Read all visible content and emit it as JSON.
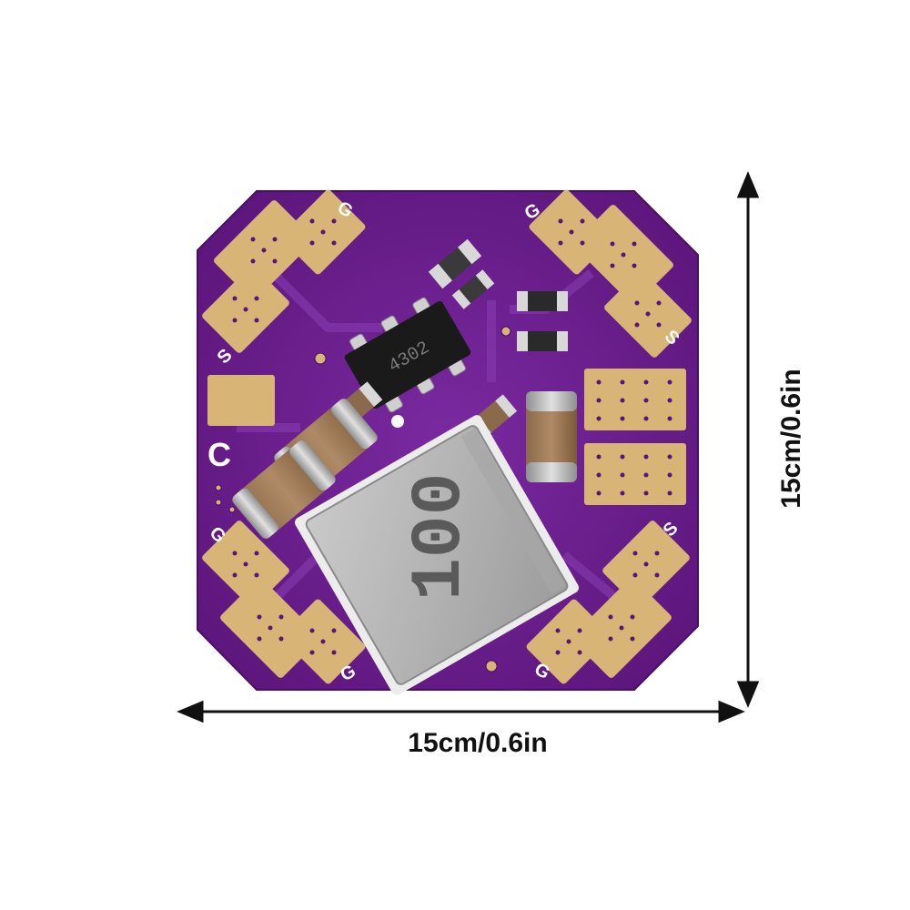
{
  "dimensions": {
    "width_label": "15cm/0.6in",
    "height_label": "15cm/0.6in"
  },
  "board": {
    "pcb_color": "#6a1e8e",
    "pad_color": "#d8b477",
    "silk_color": "#ffffff",
    "silkscreen": {
      "top_left_pad_mark": "G",
      "top_right_pad_mark": "G",
      "left_upper_pad_mark": "S",
      "right_upper_pad_mark": "S",
      "left_mid_mark": "C",
      "left_lower_pad_mark": "G",
      "right_lower_pad_mark": "S",
      "bottom_left_pad_mark": "G",
      "bottom_right_pad_mark": "G"
    },
    "ic_marking": "4302",
    "inductor_marking": "100"
  }
}
